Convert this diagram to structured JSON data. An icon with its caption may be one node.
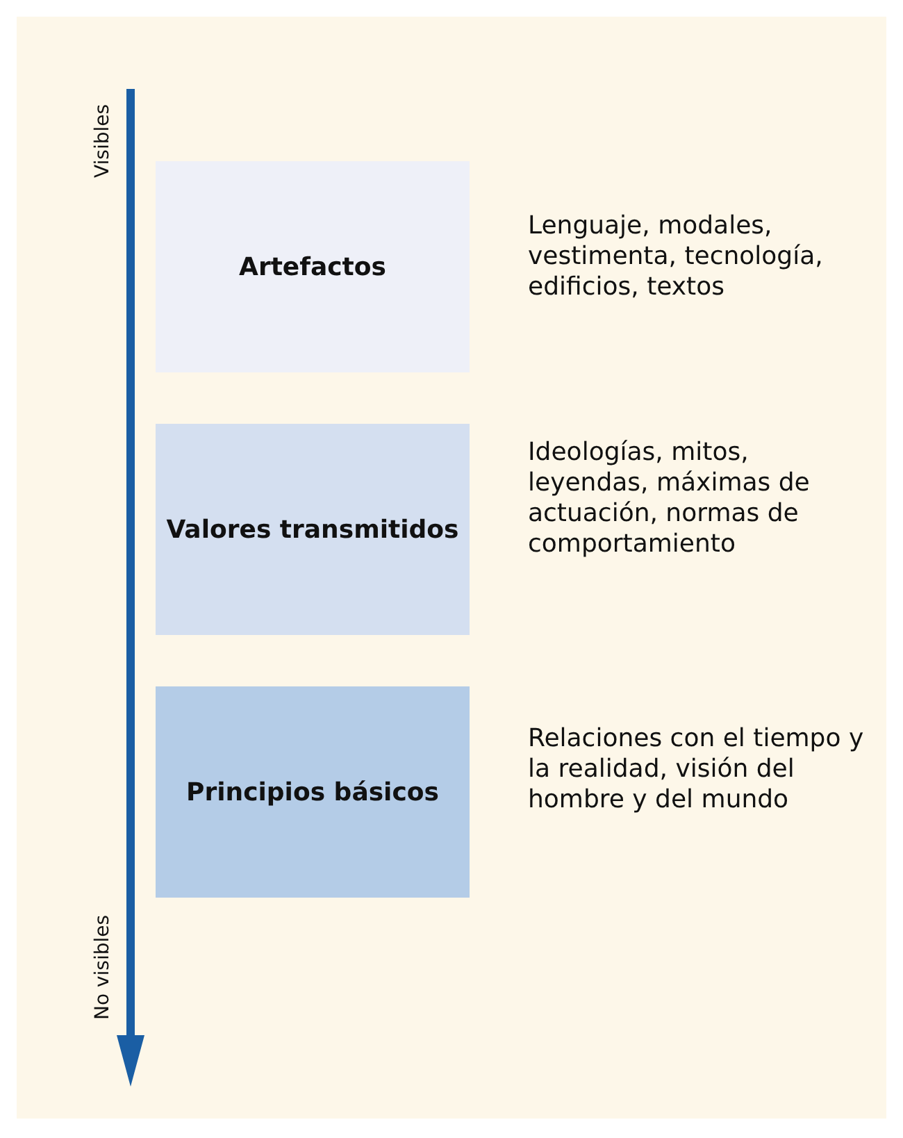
{
  "diagram": {
    "nodes": [
      {
        "text": [
          "Artefactos"
        ],
        "beside": [
          "Lenguaje, modales, vestimenta, tecnología, edificios, textos"
        ]
      },
      {
        "text": [
          "Valores transmitidos"
        ],
        "beside": [
          "Ideologías, mitos, leyendas, máximas de actuación, normas de comportamiento"
        ]
      },
      {
        "text": [
          "Principios básicos"
        ],
        "beside": [
          "Relaciones con el tiempo y la realidad, visión del hombre y del mundo"
        ]
      }
    ],
    "edges": [],
    "labels": [
      "Visibles",
      "No visibles"
    ]
  }
}
